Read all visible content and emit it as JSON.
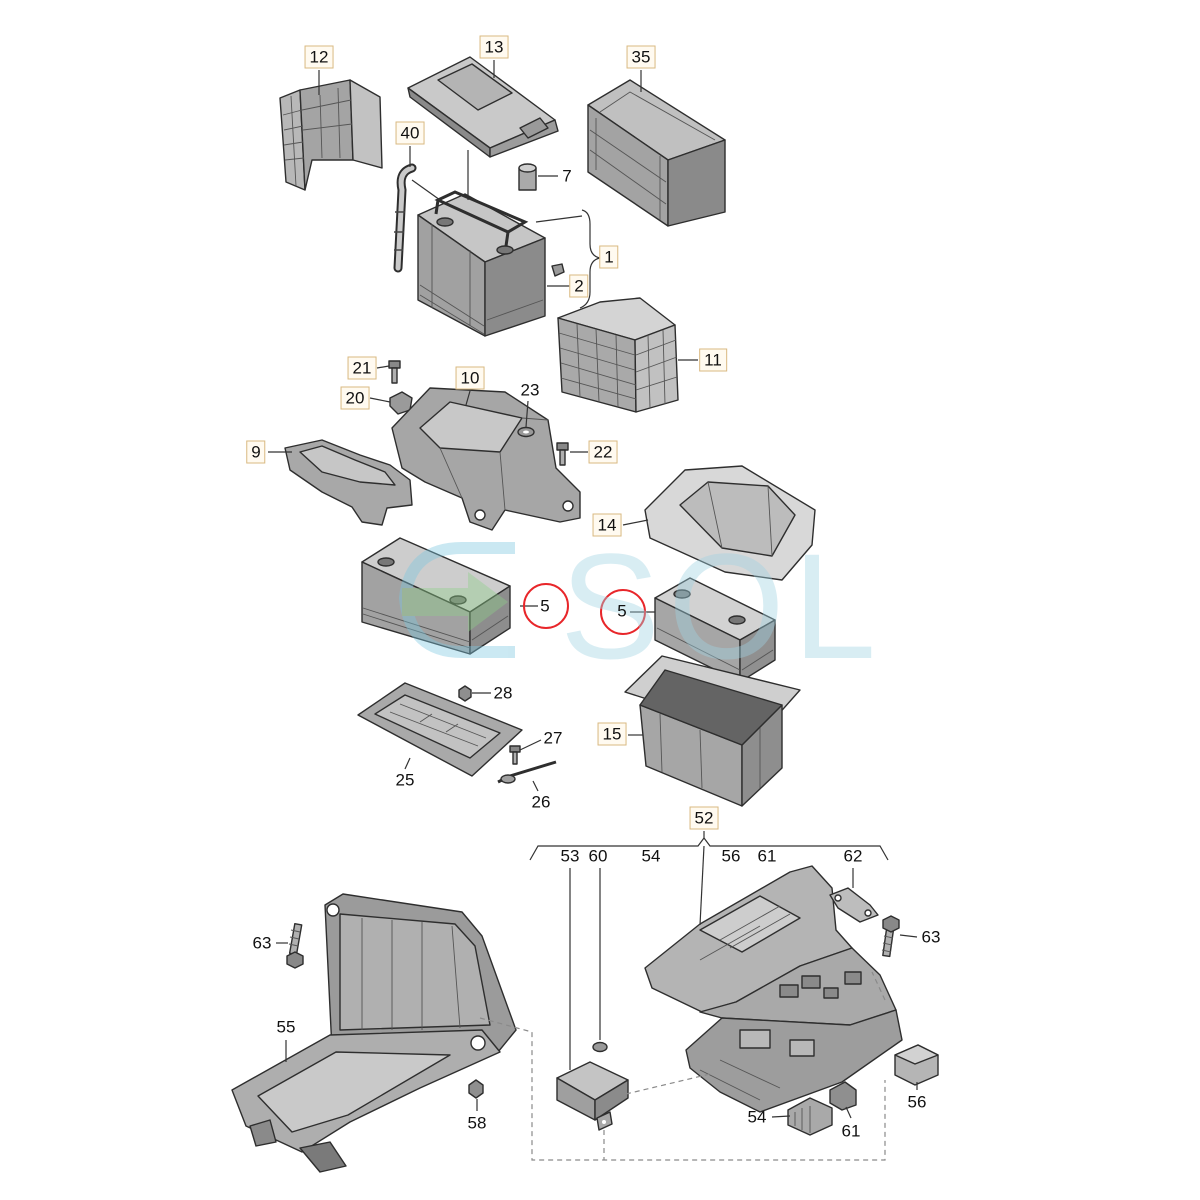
{
  "callouts": [
    "12",
    "13",
    "35",
    "40",
    "7",
    "1",
    "2",
    "11",
    "21",
    "20",
    "10",
    "23",
    "9",
    "22",
    "14",
    "5",
    "5",
    "28",
    "27",
    "15",
    "25",
    "26",
    "52",
    "53",
    "60",
    "54",
    "56",
    "61",
    "62",
    "63",
    "63",
    "55",
    "58",
    "56",
    "54",
    "61"
  ],
  "watermark": "SOL",
  "colors": {
    "highlight": "#e8262a",
    "watermark": "#9fd3e3"
  }
}
